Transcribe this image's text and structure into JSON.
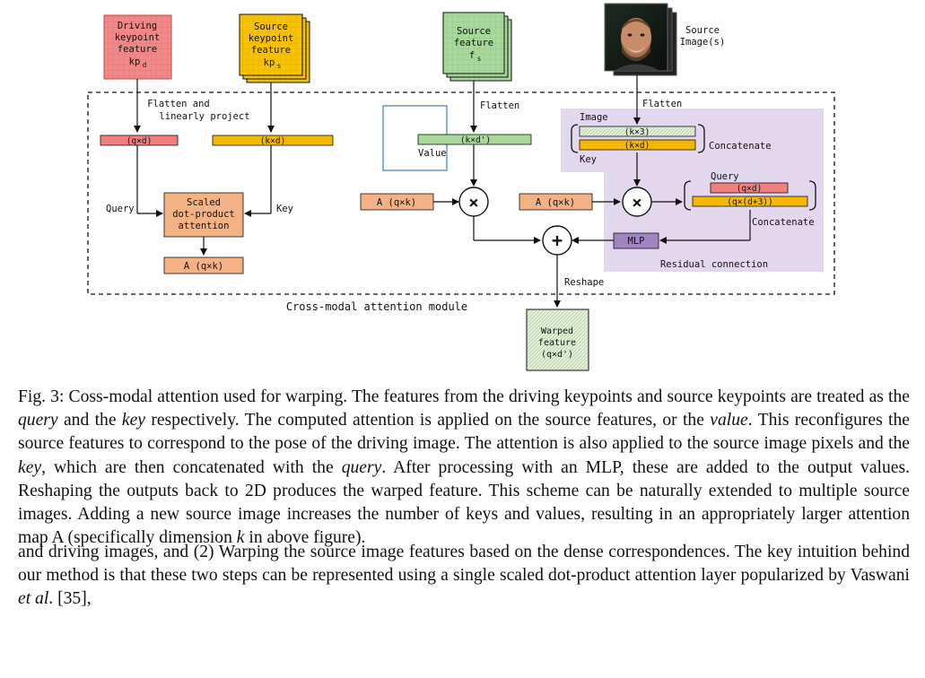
{
  "inputs": {
    "driving_kp": {
      "line1": "Driving",
      "line2": "keypoint",
      "line3": "feature",
      "line4": "kp",
      "sub": "d"
    },
    "source_kp": {
      "line1": "Source",
      "line2": "keypoint",
      "line3": "feature",
      "line4": "kp",
      "sub": "s"
    },
    "source_feature": {
      "line1": "Source",
      "line2": "feature",
      "line3": "f",
      "sub": "s"
    },
    "source_images_label": {
      "line1": "Source",
      "line2": "Image(s)"
    }
  },
  "labels": {
    "flatten_project_1": "Flatten and",
    "flatten_project_2": "linearly project",
    "flatten_mid": "Flatten",
    "flatten_right": "Flatten",
    "query": "Query",
    "key": "Key",
    "value": "Value",
    "image": "Image",
    "key_right": "Key",
    "query_right": "Query",
    "concatenate_1": "Concatenate",
    "concatenate_2": "Concatenate",
    "residual": "Residual connection",
    "reshape": "Reshape",
    "module": "Cross-modal attention module"
  },
  "tensors": {
    "q_d": "(q×d)",
    "k_d": "(k×d)",
    "k_dprime": "(k×d')",
    "k_3": "(k×3)",
    "k_d_right": "(k×d)",
    "q_d_right": "(q×d)",
    "q_d3": "(q×(d+3))"
  },
  "blocks": {
    "attention_1": "Scaled",
    "attention_2": "dot-product",
    "attention_3": "attention",
    "A_out": "A (q×k)",
    "A_mid": "A (q×k)",
    "A_right": "A (q×k)",
    "mlp": "MLP",
    "times": "×",
    "plus": "+"
  },
  "output": {
    "line1": "Warped",
    "line2": "feature",
    "line3": "(q×d')"
  },
  "caption": {
    "p1": "Fig. 3: Coss-modal attention used for warping. The features from the driving keypoints and source keypoints are treated as the ",
    "i1": "query",
    "p2": " and the ",
    "i2": "key",
    "p3": " respectively. The computed attention is applied on the source features, or the ",
    "i3": "value",
    "p4": ". This reconfigures the source features to correspond to the pose of the driving image. The attention is also applied to the source image pixels and the ",
    "i4": "key",
    "p5": ", which are then concatenated with the ",
    "i5": "query",
    "p6": ". After processing with an MLP, these are added to the output values. Reshaping the outputs back to 2D produces the warped feature. This scheme can be naturally extended to multiple source images. Adding a new source image increases the number of keys and values, resulting in an appropriately larger attention map A (specifically dimension ",
    "i6": "k",
    "p7": " in above figure)."
  },
  "body": {
    "p1": "and driving images, and (2) Warping the source image features based on the dense correspondences. The key intuition behind our method is that these two steps can be represented using a single scaled dot-product attention layer popularized by Vaswani ",
    "i1": "et al",
    "p2": ". [35],"
  },
  "colors": {
    "red": "#f08080",
    "orange": "#f5b800",
    "green": "#a8d89a",
    "salmon": "#f4b183",
    "purple_bg": "#e3d7ee",
    "mlp": "#a084c4",
    "light_green": "#d6ecc8"
  }
}
